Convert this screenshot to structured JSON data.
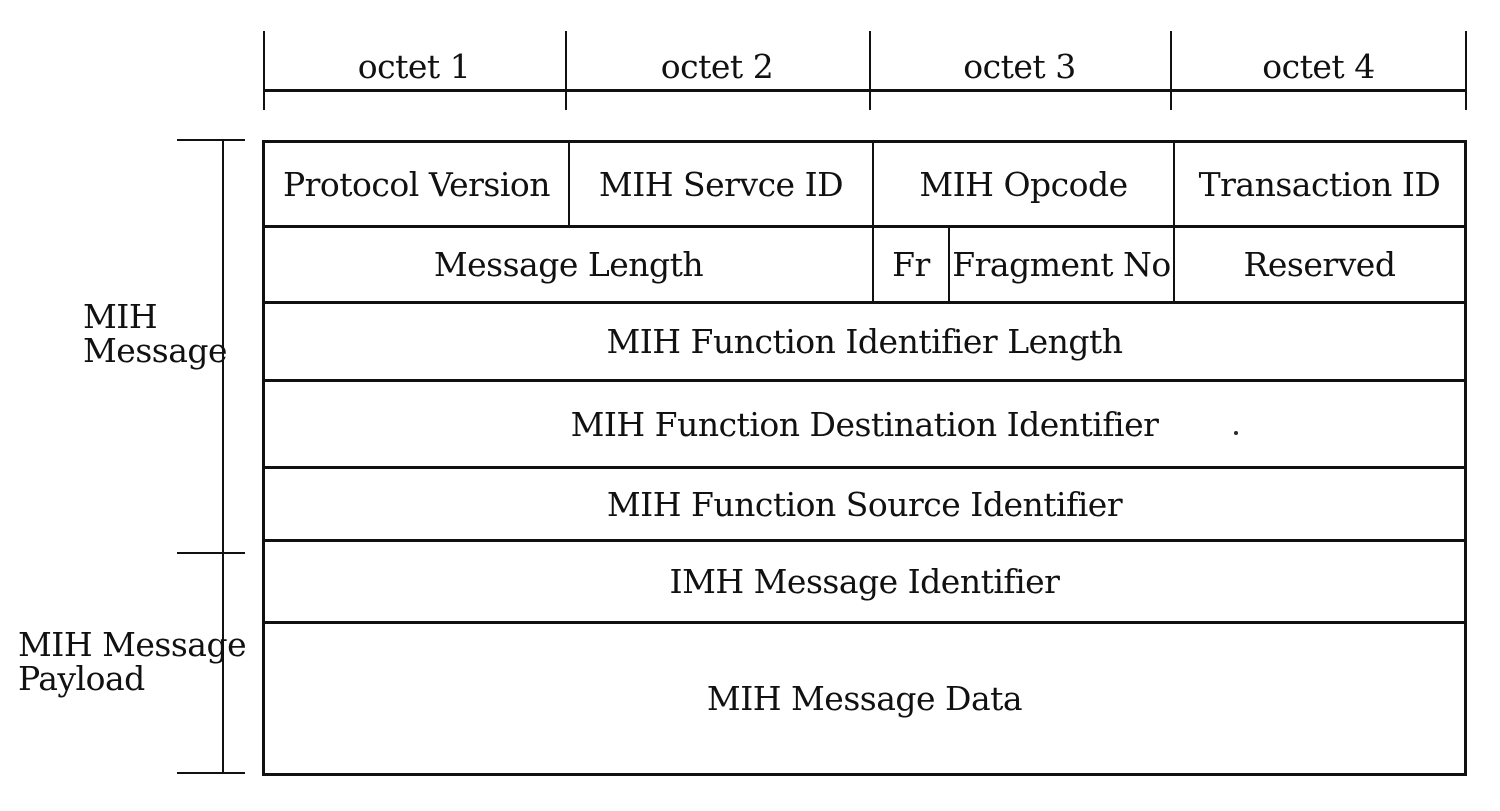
{
  "colors": {
    "ink": "#111111",
    "background": "#ffffff"
  },
  "header": {
    "octet_labels": [
      "octet 1",
      "octet 2",
      "octet 3",
      "octet 4"
    ]
  },
  "side_labels": {
    "mih_message": "MIH\nMessage",
    "mih_message_payload": "MIH Message\nPayload"
  },
  "packet_table": {
    "rows": [
      {
        "cells": [
          "Protocol Version",
          "MIH Servce ID",
          "MIH Opcode",
          "Transaction ID"
        ]
      },
      {
        "cells": [
          "Message Length",
          "Fr",
          "Fragment No",
          "Reserved"
        ]
      },
      {
        "cells": [
          "MIH Function Identifier Length"
        ]
      },
      {
        "cells": [
          "MIH Function Destination Identifier"
        ]
      },
      {
        "cells": [
          "MIH Function Source Identifier"
        ]
      },
      {
        "cells": [
          "IMH Message Identifier"
        ]
      },
      {
        "cells": [
          "MIH Message Data"
        ]
      }
    ]
  }
}
